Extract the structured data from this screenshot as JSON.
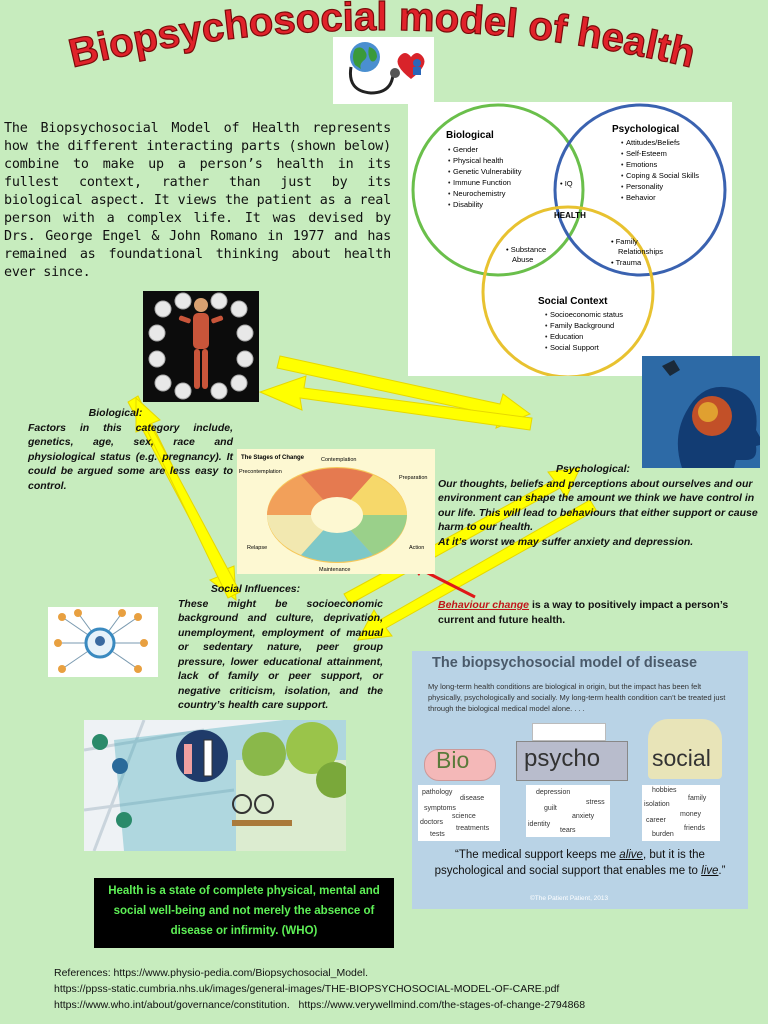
{
  "title": "Biopsychosocial model of health",
  "intro": "The Biopsychosocial Model of Health represents how the different interacting parts (shown below) combine to make up a person’s health in its fullest context, rather than just by its biological aspect. It views the patient as a real person with a complex life. It was devised by Drs. George Engel & John Romano in 1977 and has remained as foundational thinking about health ever since.",
  "venn": {
    "biological": {
      "title": "Biological",
      "items": [
        "Gender",
        "Physical health",
        "Genetic Vulnerability",
        "Immune Function",
        "Neurochemistry",
        "Disability"
      ]
    },
    "psychological": {
      "title": "Psychological",
      "items": [
        "Attitudes/Beliefs",
        "Self-Esteem",
        "Emotions",
        "Coping & Social Skills",
        "Personality",
        "Behavior"
      ]
    },
    "social": {
      "title": "Social Context",
      "items": [
        "Socioeconomic status",
        "Family Background",
        "Education",
        "Social Support"
      ]
    },
    "iq": "• IQ",
    "center": "HEALTH",
    "substance": [
      "• Substance",
      "Abuse"
    ],
    "family": [
      "• Family",
      "Relationships",
      "• Trauma"
    ]
  },
  "biological": {
    "heading": "Biological:",
    "text": "Factors in this category include, genetics, age, sex, race and physiological status (e.g. pregnancy). It could be argued some are less easy to control."
  },
  "psychological": {
    "heading": "Psychological:",
    "text": "Our thoughts, beliefs and perceptions about ourselves and our environment can shape the amount we think we have control in our life. This will lead to behaviours that either support or cause harm to our health.",
    "text2": "At it’s worst we may suffer anxiety and depression."
  },
  "social": {
    "heading": "Social Influences:",
    "text": "These might be socioeconomic background and culture, deprivation, unemployment, employment of manual or sedentary nature, peer group pressure, lower educational attainment, lack of family or peer support, or negative criticism, isolation, and the country’s health care support."
  },
  "behaviour": {
    "link": "Behaviour change",
    "text": " is a way to positively impact a person’s current and future health."
  },
  "stages": {
    "title": "The Stages of Change",
    "labels": [
      "Precontemplation",
      "Contemplation",
      "Preparation",
      "Action",
      "Maintenance",
      "Relapse"
    ]
  },
  "disease": {
    "title": "The biopsychosocial model of disease",
    "text": "My long-term health conditions are biological in origin, but the impact has been felt physically, psychologically and socially. My long-term health condition can’t be treated just through the biological medical model alone. . . .",
    "labels": [
      "Bio",
      "psycho",
      "social"
    ],
    "bio_words": [
      "pathology",
      "disease",
      "symptoms",
      "science",
      "doctors",
      "treatments",
      "tests"
    ],
    "psycho_words": [
      "depression",
      "stress",
      "guilt",
      "anxiety",
      "identity",
      "tears"
    ],
    "social_words": [
      "hobbies",
      "family",
      "isolation",
      "money",
      "career",
      "friends",
      "burden"
    ],
    "quote_part1": "“The medical support keeps me ",
    "quote_alive": "alive",
    "quote_part2": ", but it is the psychological and social support that enables me to ",
    "quote_live": "live",
    "quote_end": ".”",
    "credit": "©The Patient Patient, 2013"
  },
  "who": "Health is a state of complete physical, mental and social well-being and not merely the absence of disease or infirmity. (WHO)",
  "references": [
    "References: https://www.physio-pedia.com/Biopsychosocial_Model.",
    "https://ppss-static.cumbria.nhs.uk/images/general-images/THE-BIOPSYCHOSOCIAL-MODEL-OF-CARE.pdf",
    "https://www.who.int/about/governance/constitution.   https://www.verywellmind.com/the-stages-of-change-2794868"
  ],
  "colors": {
    "background": "#c7ecbe",
    "title_red": "#e0222a",
    "arrow_yellow": "#ffff00",
    "who_green": "#5ef056"
  }
}
